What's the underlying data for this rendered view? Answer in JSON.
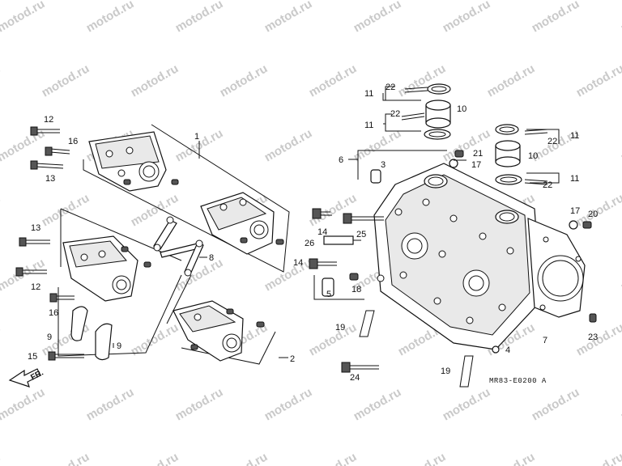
{
  "watermark": "motod.ru",
  "diagram_code": "MR83-E0200 A",
  "direction_label": "FR.",
  "callouts": {
    "c1": "1",
    "c2": "2",
    "c3": "3",
    "c4": "4",
    "c5": "5",
    "c6": "6",
    "c7": "7",
    "c8": "8",
    "c9a": "9",
    "c9b": "9",
    "c10a": "10",
    "c10b": "10",
    "c11a": "11",
    "c11b": "11",
    "c11c": "11",
    "c11d": "11",
    "c12a": "12",
    "c12b": "12",
    "c13a": "13",
    "c13b": "13",
    "c14a": "14",
    "c14b": "14",
    "c15": "15",
    "c16a": "16",
    "c16b": "16",
    "c17a": "17",
    "c17b": "17",
    "c18": "18",
    "c19a": "19",
    "c19b": "19",
    "c20": "20",
    "c21": "21",
    "c22a": "22",
    "c22b": "22",
    "c22c": "22",
    "c22d": "22",
    "c23": "23",
    "c24": "24",
    "c25": "25",
    "c26": "26"
  }
}
